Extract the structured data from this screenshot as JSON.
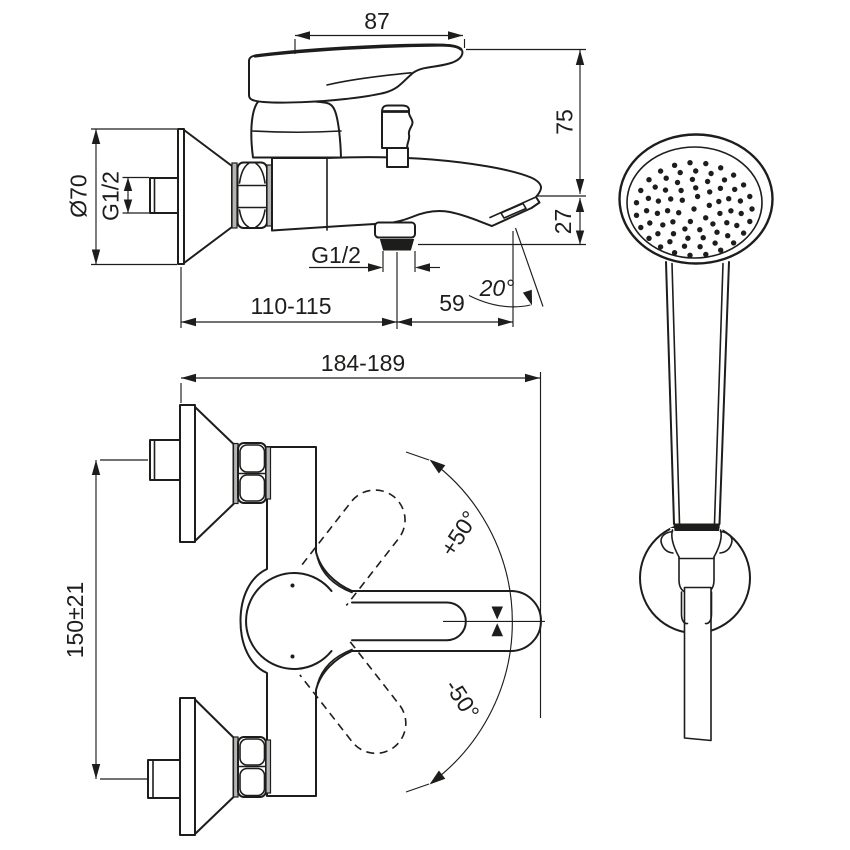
{
  "colors": {
    "background": "#ffffff",
    "line": "#1d1d1b",
    "washer_gray": "#b4b4b4"
  },
  "drawing_type": "technical dimensional drawing of wall-mounted bath/shower mixer with hand shower",
  "views": {
    "side_view": {
      "name": "side elevation of mixer",
      "dims": {
        "handle_length": "87",
        "height_to_spout": "75",
        "spout_drop": "27",
        "flange_diameter": "Ø70",
        "inlet_thread": "G1/2",
        "outlet_thread": "G1/2",
        "wall_to_outlet": "110-115",
        "outlet_to_tip": "59",
        "spout_angle": "20°"
      }
    },
    "plan_view": {
      "name": "plan view of mixer with handle swing",
      "dims": {
        "overall_depth": "184-189",
        "inlet_spacing": "150±21",
        "swing_positive": "+50°",
        "swing_negative": "-50°"
      }
    },
    "handshower_view": {
      "name": "hand shower with wall bracket and hose",
      "dims": {}
    }
  }
}
